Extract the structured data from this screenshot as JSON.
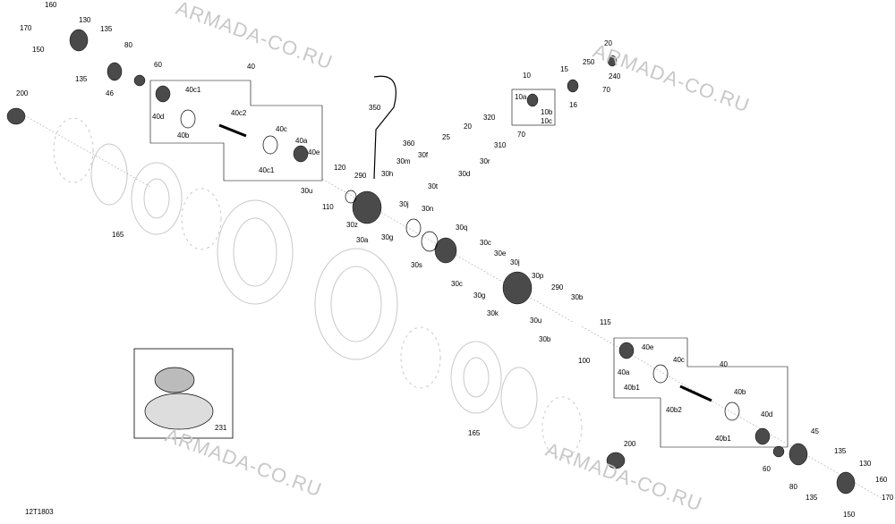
{
  "watermark": "ARMADA-CO.RU",
  "diagram_code": "12T1803",
  "colors": {
    "line": "#000000",
    "faded": "#c9c9c9",
    "part": "#4a4a4a"
  },
  "labels": {
    "l160a": "160",
    "l170a": "170",
    "l130a": "130",
    "l150a": "150",
    "l135a": "135",
    "l80a": "80",
    "l135b": "135",
    "l46": "46",
    "l60a": "60",
    "l200a": "200",
    "l40a": "40",
    "l40c1a": "40c1",
    "l40da": "40d",
    "l40ba": "40b",
    "l40c2": "40c2",
    "l40ca": "40c",
    "l40aa": "40a",
    "l40ea": "40e",
    "l40c1b": "40c1",
    "l350": "350",
    "l360": "360",
    "l30h": "30h",
    "l30m": "30m",
    "l30f": "30f",
    "l30t": "30t",
    "l30d": "30d",
    "l25": "25",
    "l20a": "20",
    "l30r": "30r",
    "l120": "120",
    "l290a": "290",
    "l30u_a": "30u",
    "l110": "110",
    "l30z": "30z",
    "l30a": "30a",
    "l30j_a": "30j",
    "l30g_a": "30g",
    "l30n": "30n",
    "l30s": "30s",
    "l30q": "30q",
    "l30c_a": "30c",
    "l30c_b": "30c",
    "l30e": "30e",
    "l30j_b": "30j",
    "l30g_b": "30g",
    "l30p": "30p",
    "l290b": "290",
    "l30k": "30k",
    "l30u_b": "30u",
    "l30b_a": "30b",
    "l30b_b": "30b",
    "l115": "115",
    "l100": "100",
    "l165a": "165",
    "l165b": "165",
    "l231": "231",
    "l10": "10",
    "l10a": "10a",
    "l10b": "10b",
    "l10c": "10c",
    "l15": "15",
    "l16": "16",
    "l320": "320",
    "l310": "310",
    "l70a": "70",
    "l20b": "20",
    "l250": "250",
    "l240": "240",
    "l70b": "70",
    "l40b_grp": "40",
    "l40e_b": "40e",
    "l40c_b": "40c",
    "l40a_b": "40a",
    "l40b1a": "40b1",
    "l40b_b": "40b",
    "l40b2": "40b2",
    "l40d_b": "40d",
    "l40b1b": "40b1",
    "l45": "45",
    "l60b": "60",
    "l135c": "135",
    "l130b": "130",
    "l80b": "80",
    "l160b": "160",
    "l135d": "135",
    "l170b": "170",
    "l150b": "150",
    "l200b": "200"
  }
}
